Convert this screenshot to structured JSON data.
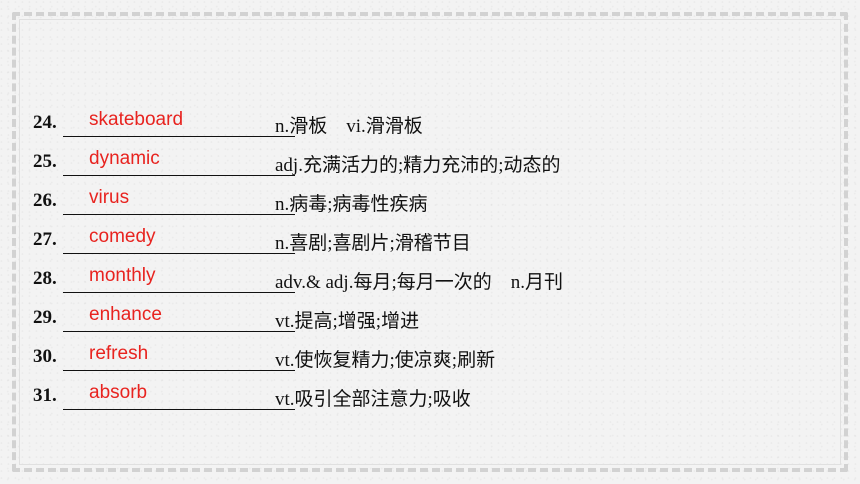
{
  "items": [
    {
      "num": "24.",
      "answer": "skateboard",
      "definition": "n.滑板　vi.滑滑板"
    },
    {
      "num": "25.",
      "answer": "dynamic",
      "definition": "adj.充满活力的;精力充沛的;动态的"
    },
    {
      "num": "26.",
      "answer": "virus",
      "definition": "n.病毒;病毒性疾病"
    },
    {
      "num": "27.",
      "answer": "comedy",
      "definition": "n.喜剧;喜剧片;滑稽节目"
    },
    {
      "num": "28.",
      "answer": "monthly",
      "definition": "adv.& adj.每月;每月一次的　n.月刊"
    },
    {
      "num": "29.",
      "answer": "enhance",
      "definition": "vt.提高;增强;增进"
    },
    {
      "num": "30.",
      "answer": "refresh",
      "definition": "vt.使恢复精力;使凉爽;刷新"
    },
    {
      "num": "31.",
      "answer": "absorb",
      "definition": "vt.吸引全部注意力;吸收"
    }
  ],
  "colors": {
    "answer": "#e8231f",
    "text": "#111111",
    "background": "#f3f3f3"
  }
}
